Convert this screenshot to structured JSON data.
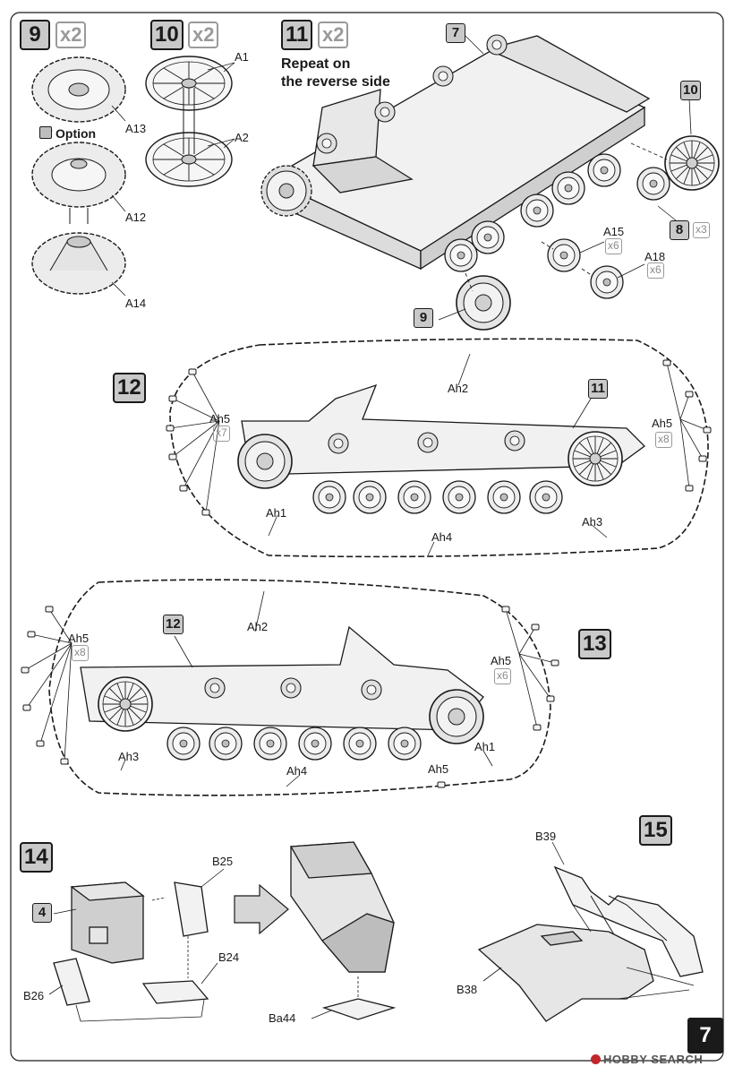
{
  "page_number": "7",
  "watermark": "HOBBY SEARCH",
  "step9": {
    "step": "9",
    "multiplier": "x2",
    "option_label": "Option",
    "parts": [
      "A13",
      "A12",
      "A14"
    ]
  },
  "step10": {
    "step": "10",
    "multiplier": "x2",
    "parts": [
      "A1",
      "A2"
    ]
  },
  "step11": {
    "step": "11",
    "multiplier": "x2",
    "note_line1": "Repeat on",
    "note_line2": "the reverse side",
    "refs": {
      "hull": "7",
      "idler": "10",
      "roadwheel": "8",
      "roadwheel_multiplier": "x3",
      "sprocket": "9"
    },
    "parts": [
      {
        "id": "A15",
        "multiplier": "x6"
      },
      {
        "id": "A18",
        "multiplier": "x6"
      }
    ]
  },
  "step12": {
    "step": "12",
    "ref": "11",
    "parts": {
      "ah2": "Ah2",
      "ah5": "Ah5",
      "ah5_left_multiplier": "x7",
      "ah5_right_multiplier": "x8",
      "ah1": "Ah1",
      "ah4": "Ah4",
      "ah3": "Ah3"
    }
  },
  "step13": {
    "step": "13",
    "ref": "12",
    "parts": {
      "ah2": "Ah2",
      "ah5": "Ah5",
      "ah5_left_multiplier": "x8",
      "ah5_right_multiplier": "x6",
      "ah5_bottom": "Ah5",
      "ah1": "Ah1",
      "ah4": "Ah4",
      "ah3": "Ah3"
    }
  },
  "step14": {
    "step": "14",
    "ref": "4",
    "parts": [
      "B25",
      "B24",
      "B26",
      "Ba44"
    ]
  },
  "step15": {
    "step": "15",
    "parts": [
      "B39",
      "B38"
    ]
  },
  "colors": {
    "part_gray": "#c9c9c9",
    "line": "#1a1a1a",
    "muted": "#9a9a9a",
    "watermark_accent": "#c1272d"
  }
}
